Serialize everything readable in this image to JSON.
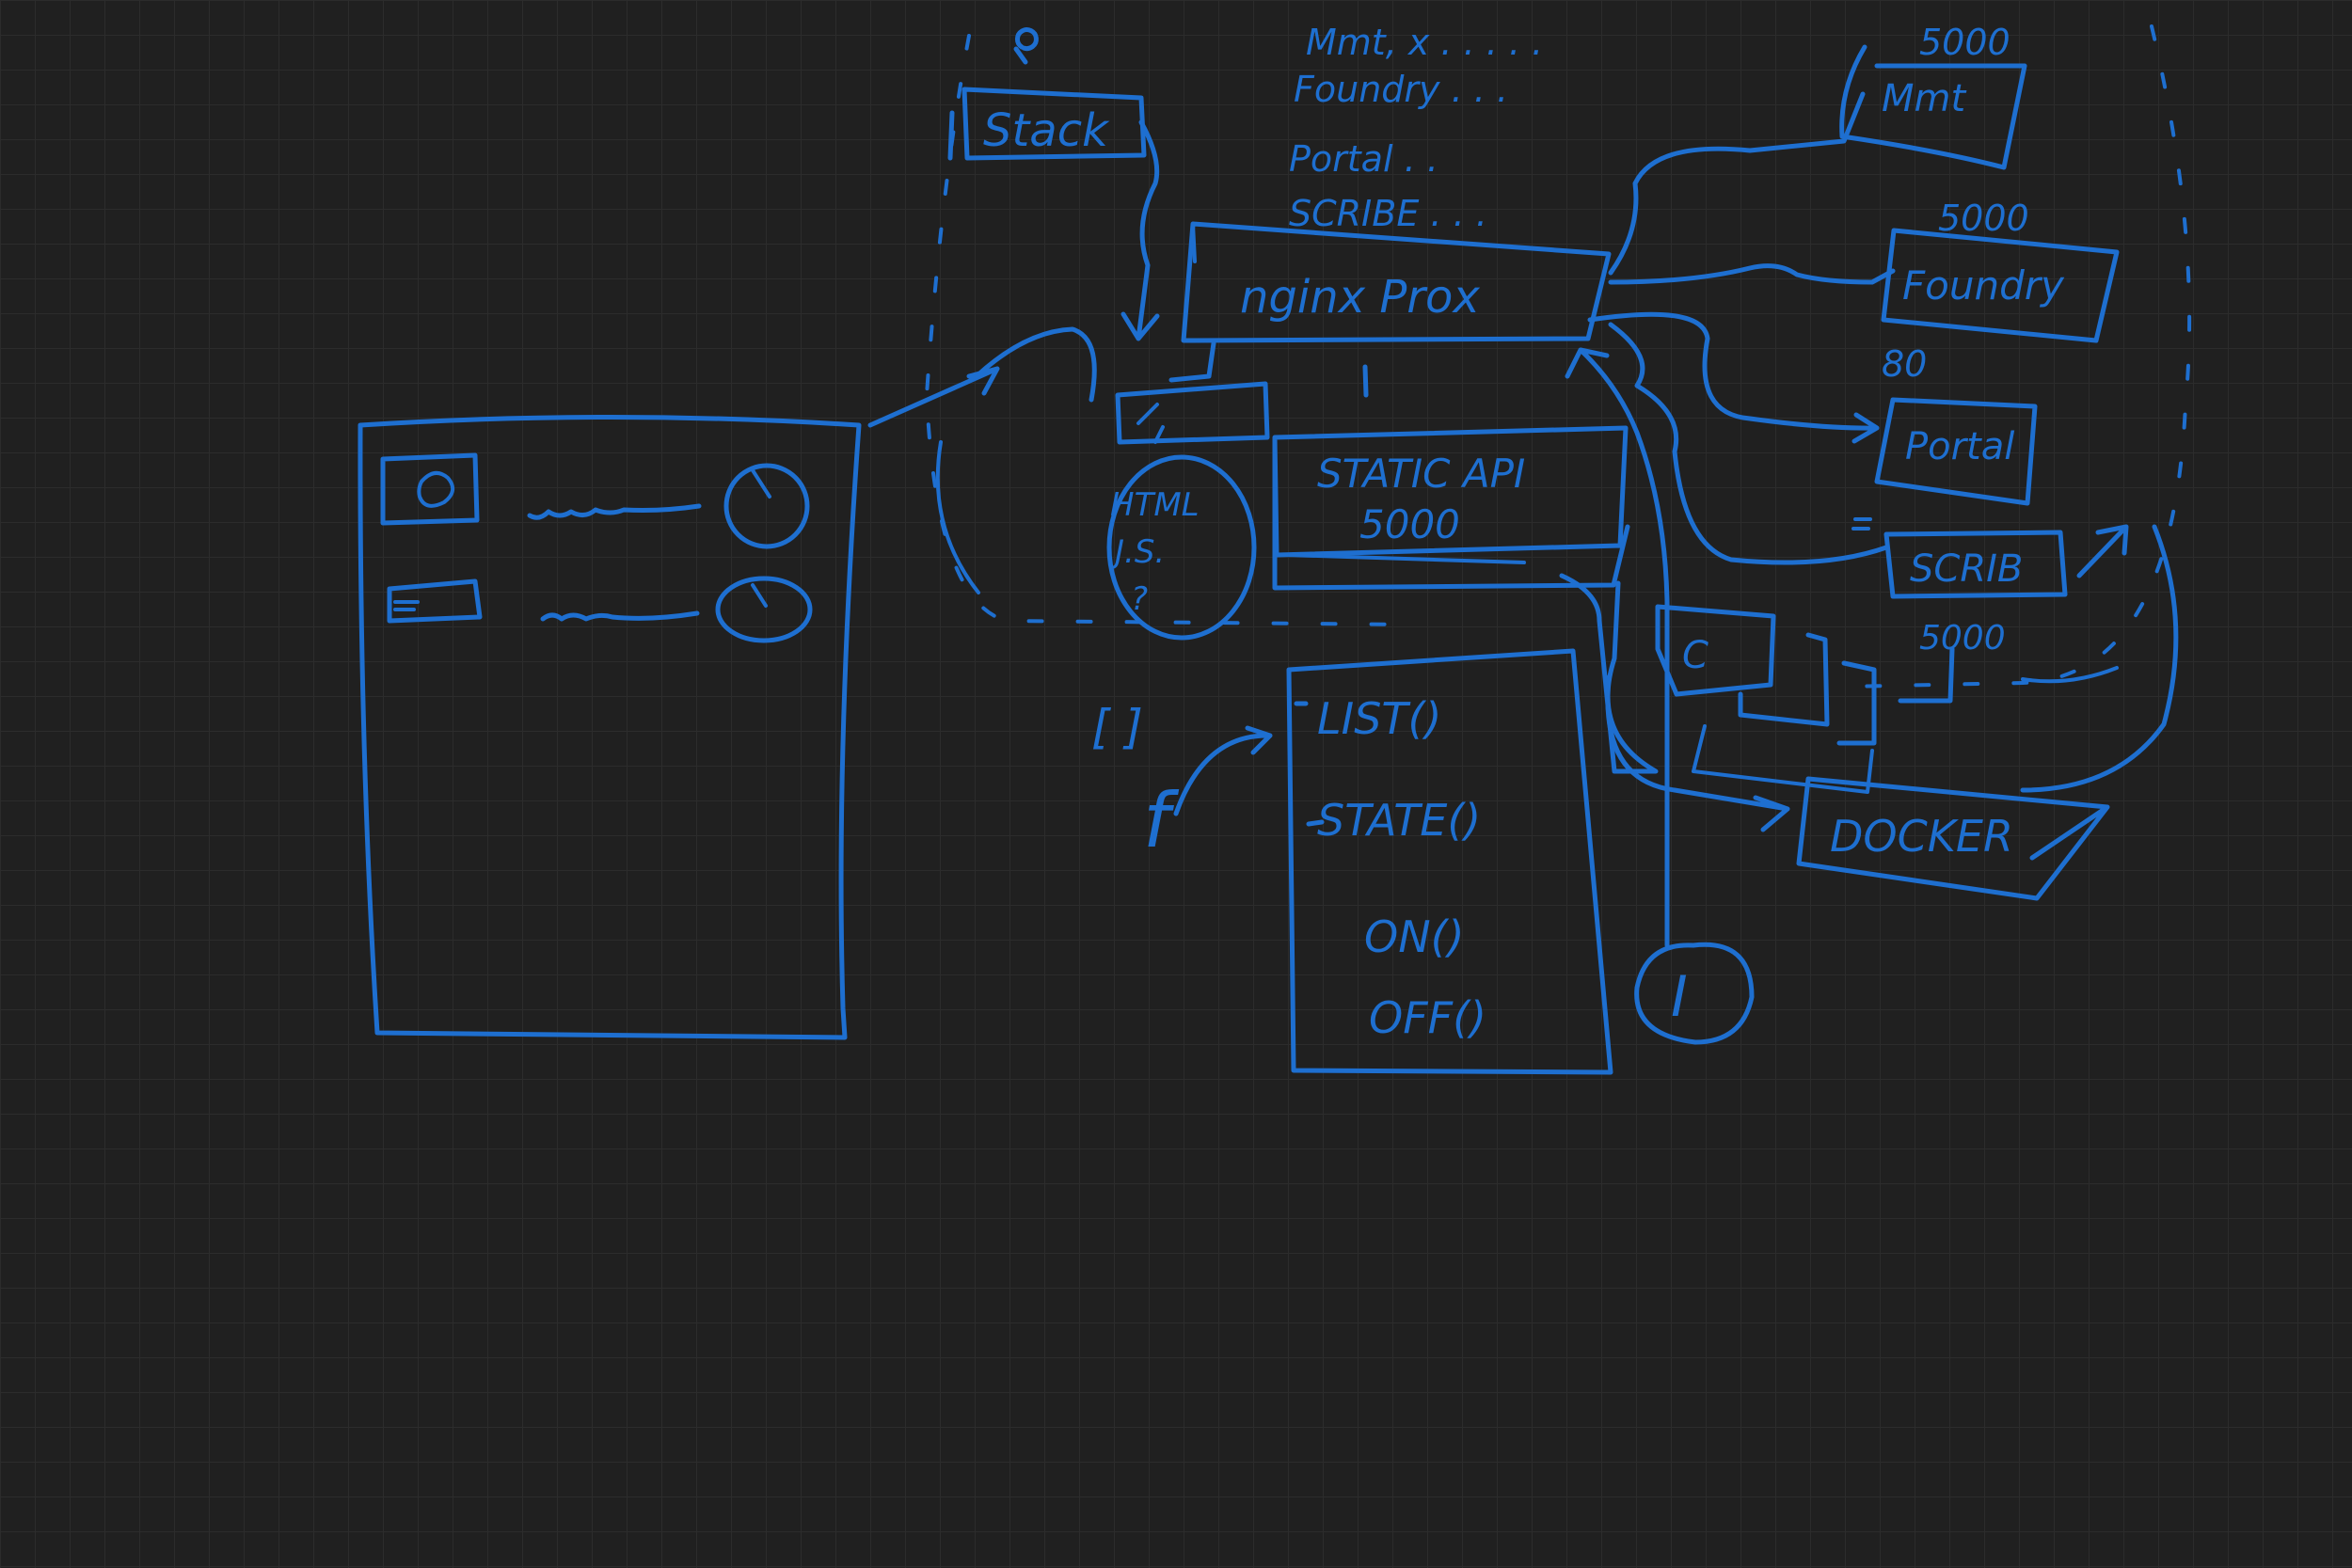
{
  "whiteboard": {
    "labels": {
      "stack": "Stack",
      "service_list": [
        "Mmt, x . . . . .",
        "Foundry . . .",
        "Portal . .",
        "SCRIBE . . ."
      ],
      "nginx_proxy": "nginx Prox",
      "html_bubble": [
        "HTML",
        "J.S.",
        "?"
      ],
      "static_api": [
        "STATIC API",
        "5000"
      ],
      "functions": [
        "LIST()",
        "STATE()",
        "ON()",
        "OFF()"
      ],
      "brackets": "[ ]",
      "f_symbol": "f",
      "mmt_port": "5000",
      "mmt": "Mmt",
      "foundry_port": "5000",
      "foundry": "Foundry",
      "portal_port": "80",
      "portal": "Portal",
      "scrib": "SCRIB",
      "scrib_port": "5000",
      "docker": "DOCKER",
      "c_box": "C",
      "info_circle": "I"
    },
    "ink_color": "#1e6fd0",
    "background_color": "#202020"
  }
}
